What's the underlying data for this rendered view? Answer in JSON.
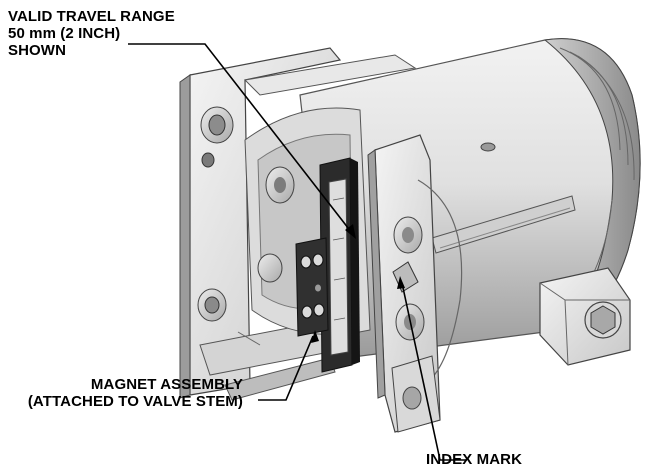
{
  "callouts": {
    "travel_range": {
      "line1": "VALID TRAVEL RANGE",
      "line2": "50 mm (2 INCH)",
      "line3": "SHOWN"
    },
    "magnet_assembly": {
      "line1": "MAGNET ASSEMBLY",
      "line2": "(ATTACHED TO VALVE STEM)"
    },
    "index_mark": {
      "line1": "INDEX MARK"
    }
  },
  "colors": {
    "body_light": "#e9e9e9",
    "body_mid": "#bdbdbd",
    "body_dark": "#6f6f6f",
    "magnet": "#2b2b2b",
    "leader": "#000000"
  }
}
